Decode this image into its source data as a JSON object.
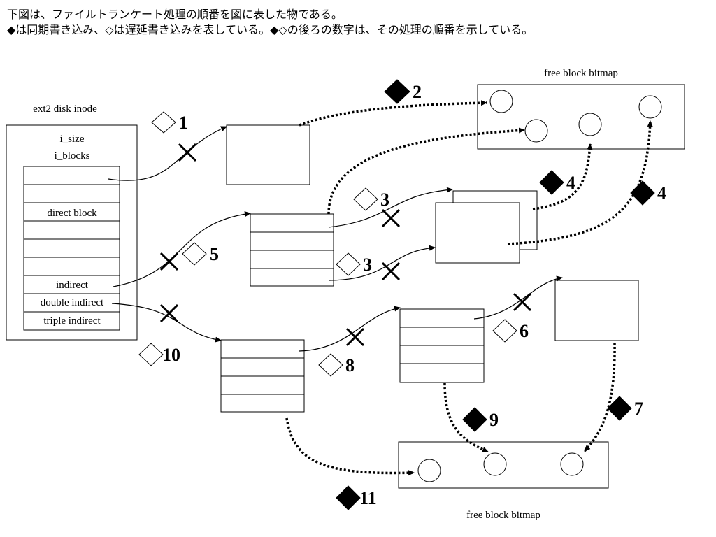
{
  "intro": {
    "line1": "下図は、ファイルトランケート処理の順番を図に表した物である。",
    "line2": "◆は同期書き込み、◇は遅延書き込みを表している。◆◇の後ろの数字は、その処理の順番を示している。"
  },
  "inode": {
    "title": "ext2 disk inode",
    "field_size": "i_size",
    "field_blocks": "i_blocks",
    "row_direct": "direct block",
    "row_indirect": "indirect",
    "row_double": "double indirect",
    "row_triple": "triple indirect"
  },
  "bitmap_top": {
    "title": "free block bitmap"
  },
  "bitmap_bottom": {
    "title": "free block bitmap"
  },
  "steps": {
    "s1": "1",
    "s2": "2",
    "s3a": "3",
    "s3b": "3",
    "s4a": "4",
    "s4b": "4",
    "s5": "5",
    "s6": "6",
    "s7": "7",
    "s8": "8",
    "s9": "9",
    "s10": "10",
    "s11": "11"
  },
  "colors": {
    "ink": "#000000",
    "paper": "#ffffff"
  }
}
